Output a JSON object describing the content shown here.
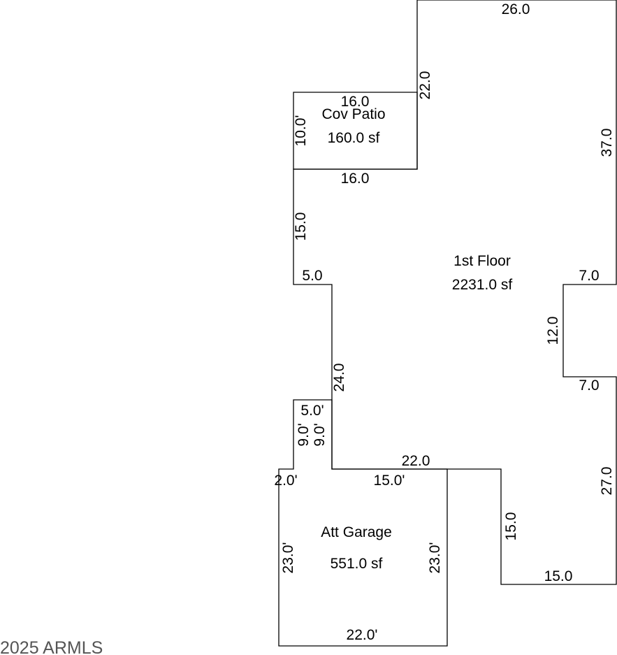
{
  "areas": {
    "first_floor": {
      "name": "1st Floor",
      "area": "2231.0 sf"
    },
    "cov_patio": {
      "name": "Cov Patio",
      "area": "160.0 sf"
    },
    "att_garage": {
      "name": "Att Garage",
      "area": "551.0 sf"
    }
  },
  "dimensions": {
    "first_floor": {
      "top": "26.0",
      "right_upper": "37.0",
      "notch_top": "7.0",
      "notch_side": "12.0",
      "notch_bottom": "7.0",
      "right_lower": "27.0",
      "bottom_right": "15.0",
      "step_vertical": "15.0",
      "garage_top": "22.0",
      "left_lower": "24.0",
      "left_step": "5.0",
      "left_middle": "15.0",
      "patio_bottom": "16.0",
      "left_upper": "22.0"
    },
    "cov_patio": {
      "top": "16.0",
      "left": "10.0'"
    },
    "att_garage": {
      "top": "15.0'",
      "left_small": "2.0'",
      "left": "23.0'",
      "right": "23.0'",
      "bottom": "22.0'",
      "nook_top": "5.0'",
      "nook_left": "9.0'",
      "nook_right": "9.0'"
    }
  },
  "copyright": "2025 ARMLS"
}
